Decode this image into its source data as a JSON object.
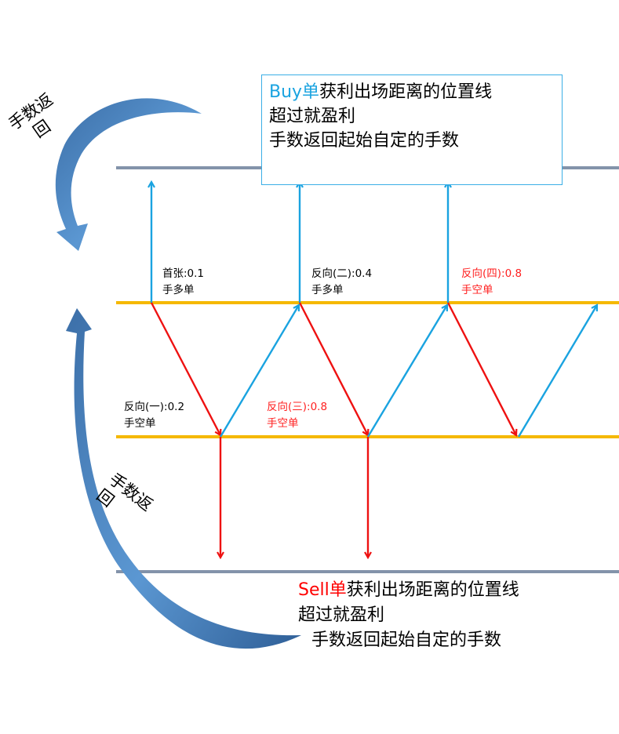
{
  "top_box": {
    "line1_prefix": "Buy单",
    "line1_rest": "获利出场距离的位置线",
    "line2": "超过就盈利",
    "line3": "手数返回起始自定的手数"
  },
  "bottom_text": {
    "line1_prefix": "Sell单",
    "line1_rest": "获利出场距离的位置线",
    "line2": "超过就盈利",
    "line3": "手数返回起始自定的手数"
  },
  "orders": {
    "first": {
      "line1": "首张:0.1",
      "line2": "手多单"
    },
    "reverse_1": {
      "line1": "反向(一):0.2",
      "line2": "手空单"
    },
    "reverse_2": {
      "line1": "反向(二):0.4",
      "line2": "手多单"
    },
    "reverse_3": {
      "line1": "反向(三):0.8",
      "line2": "手空单"
    },
    "reverse_4": {
      "line1": "反向(四):0.8",
      "line2": "手空单"
    }
  },
  "side_labels": {
    "top_left_line1": "手数返",
    "top_left_line2": "回",
    "bottom_left_line1": "手数返",
    "bottom_left_line2": "回"
  },
  "colors": {
    "buy_arrow": "#1aa3e0",
    "sell_arrow": "#ee1111",
    "entry_line": "#f5b800",
    "target_line": "#8393aa",
    "curve_arrow": "#4f86c0"
  }
}
